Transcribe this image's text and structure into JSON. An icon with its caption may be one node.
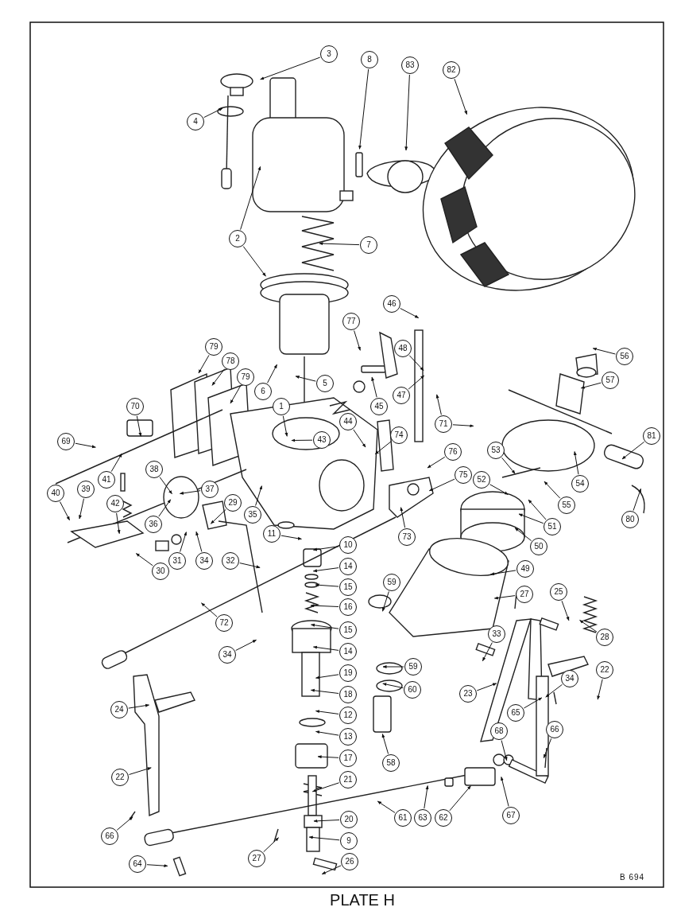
{
  "diagram": {
    "title": "PLATE H",
    "nodes": [
      {
        "text": [
          "3"
        ]
      },
      {
        "text": [
          "8"
        ]
      },
      {
        "text": [
          "83"
        ]
      },
      {
        "text": [
          "82"
        ]
      },
      {
        "text": [
          "4"
        ]
      },
      {
        "text": [
          "2"
        ]
      },
      {
        "text": [
          "7"
        ]
      },
      {
        "text": [
          "46"
        ]
      },
      {
        "text": [
          "77"
        ]
      },
      {
        "text": [
          "79"
        ]
      },
      {
        "text": [
          "48"
        ]
      },
      {
        "text": [
          "56"
        ]
      },
      {
        "text": [
          "78"
        ]
      },
      {
        "text": [
          "79"
        ]
      },
      {
        "text": [
          "5"
        ]
      },
      {
        "text": [
          "6"
        ]
      },
      {
        "text": [
          "47"
        ]
      },
      {
        "text": [
          "57"
        ]
      },
      {
        "text": [
          "1"
        ]
      },
      {
        "text": [
          "70"
        ]
      },
      {
        "text": [
          "45"
        ]
      },
      {
        "text": [
          "44"
        ]
      },
      {
        "text": [
          "71"
        ]
      },
      {
        "text": [
          "43"
        ]
      },
      {
        "text": [
          "74"
        ]
      },
      {
        "text": [
          "81"
        ]
      },
      {
        "text": [
          "69"
        ]
      },
      {
        "text": [
          "53"
        ]
      },
      {
        "text": [
          "76"
        ]
      },
      {
        "text": [
          "38"
        ]
      },
      {
        "text": [
          "75"
        ]
      },
      {
        "text": [
          "52"
        ]
      },
      {
        "text": [
          "41"
        ]
      },
      {
        "text": [
          "54"
        ]
      },
      {
        "text": [
          "39"
        ]
      },
      {
        "text": [
          "37"
        ]
      },
      {
        "text": [
          "40"
        ]
      },
      {
        "text": [
          "42"
        ]
      },
      {
        "text": [
          "29"
        ]
      },
      {
        "text": [
          "55"
        ]
      },
      {
        "text": [
          "35"
        ]
      },
      {
        "text": [
          "80"
        ]
      },
      {
        "text": [
          "36"
        ]
      },
      {
        "text": [
          "51"
        ]
      },
      {
        "text": [
          "11"
        ]
      },
      {
        "text": [
          "73"
        ]
      },
      {
        "text": [
          "10"
        ]
      },
      {
        "text": [
          "50"
        ]
      },
      {
        "text": [
          "31"
        ]
      },
      {
        "text": [
          "34"
        ]
      },
      {
        "text": [
          "32"
        ]
      },
      {
        "text": [
          "14"
        ]
      },
      {
        "text": [
          "49"
        ]
      },
      {
        "text": [
          "30"
        ]
      },
      {
        "text": [
          "59"
        ]
      },
      {
        "text": [
          "15"
        ]
      },
      {
        "text": [
          "27"
        ]
      },
      {
        "text": [
          "25"
        ]
      },
      {
        "text": [
          "16"
        ]
      },
      {
        "text": [
          "72"
        ]
      },
      {
        "text": [
          "15"
        ]
      },
      {
        "text": [
          "33"
        ]
      },
      {
        "text": [
          "28"
        ]
      },
      {
        "text": [
          "14"
        ]
      },
      {
        "text": [
          "34"
        ]
      },
      {
        "text": [
          "59"
        ]
      },
      {
        "text": [
          "22"
        ]
      },
      {
        "text": [
          "19"
        ]
      },
      {
        "text": [
          "34"
        ]
      },
      {
        "text": [
          "60"
        ]
      },
      {
        "text": [
          "23"
        ]
      },
      {
        "text": [
          "18"
        ]
      },
      {
        "text": [
          "24"
        ]
      },
      {
        "text": [
          "65"
        ]
      },
      {
        "text": [
          "12"
        ]
      },
      {
        "text": [
          "66"
        ]
      },
      {
        "text": [
          "68"
        ]
      },
      {
        "text": [
          "13"
        ]
      },
      {
        "text": [
          "17"
        ]
      },
      {
        "text": [
          "58"
        ]
      },
      {
        "text": [
          "22"
        ]
      },
      {
        "text": [
          "21"
        ]
      },
      {
        "text": [
          "67"
        ]
      },
      {
        "text": [
          "61"
        ]
      },
      {
        "text": [
          "63"
        ]
      },
      {
        "text": [
          "62"
        ]
      },
      {
        "text": [
          "20"
        ]
      },
      {
        "text": [
          "66"
        ]
      },
      {
        "text": [
          "9"
        ]
      },
      {
        "text": [
          "27"
        ]
      },
      {
        "text": [
          "26"
        ]
      },
      {
        "text": [
          "64"
        ]
      }
    ],
    "edges": [
      {
        "from": 0,
        "to": null,
        "arrow": "to"
      },
      {
        "from": 1,
        "to": null,
        "arrow": "to"
      },
      {
        "from": 2,
        "to": null,
        "arrow": "to"
      },
      {
        "from": 3,
        "to": null,
        "arrow": "to"
      },
      {
        "from": 4,
        "to": null,
        "arrow": "to"
      },
      {
        "from": 5,
        "to": null,
        "arrow": "to"
      },
      {
        "from": 5,
        "to": null,
        "arrow": "to"
      },
      {
        "from": 6,
        "to": null,
        "arrow": "to"
      },
      {
        "from": 7,
        "to": null,
        "arrow": "to"
      },
      {
        "from": 8,
        "to": null,
        "arrow": "to"
      },
      {
        "from": 9,
        "to": null,
        "arrow": "to"
      },
      {
        "from": 10,
        "to": null,
        "arrow": "to"
      },
      {
        "from": 11,
        "to": null,
        "arrow": "to"
      },
      {
        "from": 12,
        "to": null,
        "arrow": "to"
      },
      {
        "from": 13,
        "to": null,
        "arrow": "to"
      },
      {
        "from": 14,
        "to": null,
        "arrow": "to"
      },
      {
        "from": 15,
        "to": null,
        "arrow": "to"
      },
      {
        "from": 16,
        "to": null,
        "arrow": "to"
      },
      {
        "from": 17,
        "to": null,
        "arrow": "to"
      },
      {
        "from": 18,
        "to": null,
        "arrow": "to"
      },
      {
        "from": 19,
        "to": null,
        "arrow": "to"
      },
      {
        "from": 20,
        "to": null,
        "arrow": "to"
      },
      {
        "from": 21,
        "to": null,
        "arrow": "to"
      },
      {
        "from": 22,
        "to": null,
        "arrow": "to"
      },
      {
        "from": 22,
        "to": null,
        "arrow": "to"
      },
      {
        "from": 23,
        "to": null,
        "arrow": "to"
      },
      {
        "from": 24,
        "to": null,
        "arrow": "to"
      },
      {
        "from": 25,
        "to": null,
        "arrow": "to"
      },
      {
        "from": 26,
        "to": null,
        "arrow": "to"
      },
      {
        "from": 27,
        "to": null,
        "arrow": "to"
      },
      {
        "from": 28,
        "to": null,
        "arrow": "to"
      },
      {
        "from": 29,
        "to": null,
        "arrow": "to"
      },
      {
        "from": 30,
        "to": null,
        "arrow": "to"
      },
      {
        "from": 31,
        "to": null,
        "arrow": "to"
      },
      {
        "from": 32,
        "to": null,
        "arrow": "to"
      },
      {
        "from": 33,
        "to": null,
        "arrow": "to"
      },
      {
        "from": 34,
        "to": null,
        "arrow": "to"
      },
      {
        "from": 35,
        "to": null,
        "arrow": "to"
      },
      {
        "from": 36,
        "to": null,
        "arrow": "to"
      },
      {
        "from": 37,
        "to": null,
        "arrow": "to"
      },
      {
        "from": 38,
        "to": null,
        "arrow": "to"
      },
      {
        "from": 39,
        "to": null,
        "arrow": "to"
      },
      {
        "from": 40,
        "to": null,
        "arrow": "to"
      },
      {
        "from": 41,
        "to": null,
        "arrow": "to"
      },
      {
        "from": 42,
        "to": null,
        "arrow": "to"
      },
      {
        "from": 43,
        "to": null,
        "arrow": "to"
      },
      {
        "from": 43,
        "to": null,
        "arrow": "to"
      },
      {
        "from": 44,
        "to": null,
        "arrow": "to"
      },
      {
        "from": 45,
        "to": null,
        "arrow": "to"
      },
      {
        "from": 46,
        "to": null,
        "arrow": "to"
      },
      {
        "from": 47,
        "to": null,
        "arrow": "to"
      },
      {
        "from": 48,
        "to": null,
        "arrow": "to"
      },
      {
        "from": 49,
        "to": null,
        "arrow": "to"
      },
      {
        "from": 50,
        "to": null,
        "arrow": "to"
      },
      {
        "from": 51,
        "to": null,
        "arrow": "to"
      },
      {
        "from": 52,
        "to": null,
        "arrow": "to"
      },
      {
        "from": 53,
        "to": null,
        "arrow": "to"
      },
      {
        "from": 54,
        "to": null,
        "arrow": "to"
      },
      {
        "from": 55,
        "to": null,
        "arrow": "to"
      },
      {
        "from": 56,
        "to": null,
        "arrow": "to"
      },
      {
        "from": 57,
        "to": null,
        "arrow": "to"
      },
      {
        "from": 58,
        "to": null,
        "arrow": "to"
      },
      {
        "from": 59,
        "to": null,
        "arrow": "to"
      },
      {
        "from": 60,
        "to": null,
        "arrow": "to"
      },
      {
        "from": 61,
        "to": null,
        "arrow": "to"
      },
      {
        "from": 62,
        "to": null,
        "arrow": "to"
      },
      {
        "from": 63,
        "to": null,
        "arrow": "to"
      },
      {
        "from": 64,
        "to": null,
        "arrow": "to"
      },
      {
        "from": 65,
        "to": null,
        "arrow": "to"
      },
      {
        "from": 66,
        "to": null,
        "arrow": "to"
      },
      {
        "from": 67,
        "to": null,
        "arrow": "to"
      },
      {
        "from": 68,
        "to": null,
        "arrow": "to"
      },
      {
        "from": 69,
        "to": null,
        "arrow": "to"
      },
      {
        "from": 70,
        "to": null,
        "arrow": "to"
      },
      {
        "from": 71,
        "to": null,
        "arrow": "to"
      },
      {
        "from": 72,
        "to": null,
        "arrow": "to"
      },
      {
        "from": 73,
        "to": null,
        "arrow": "to"
      },
      {
        "from": 74,
        "to": null,
        "arrow": "to"
      },
      {
        "from": 75,
        "to": null,
        "arrow": "to"
      },
      {
        "from": 76,
        "to": null,
        "arrow": "to"
      },
      {
        "from": 77,
        "to": null,
        "arrow": "to"
      },
      {
        "from": 78,
        "to": null,
        "arrow": "to"
      },
      {
        "from": 79,
        "to": null,
        "arrow": "to"
      },
      {
        "from": 80,
        "to": null,
        "arrow": "to"
      },
      {
        "from": 81,
        "to": null,
        "arrow": "to"
      },
      {
        "from": 82,
        "to": null,
        "arrow": "to"
      },
      {
        "from": 83,
        "to": null,
        "arrow": "to"
      },
      {
        "from": 84,
        "to": null,
        "arrow": "to"
      },
      {
        "from": 85,
        "to": null,
        "arrow": "to"
      },
      {
        "from": 86,
        "to": null,
        "arrow": "to"
      },
      {
        "from": 87,
        "to": null,
        "arrow": "to"
      },
      {
        "from": 88,
        "to": null,
        "arrow": "to"
      },
      {
        "from": 89,
        "to": null,
        "arrow": "to"
      },
      {
        "from": 90,
        "to": null,
        "arrow": "to"
      },
      {
        "from": 91,
        "to": null,
        "arrow": "to"
      }
    ],
    "labels": [
      "B 694"
    ]
  }
}
